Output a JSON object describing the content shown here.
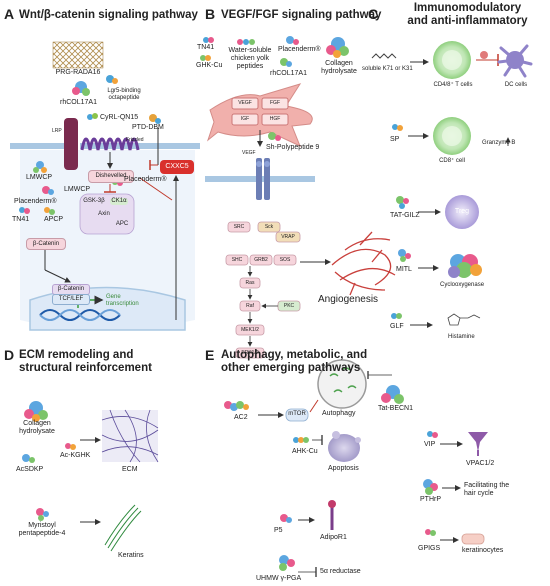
{
  "panels": {
    "a": {
      "letter": "A",
      "title": "Wnt/β-catenin signaling pathway",
      "labels": {
        "prg": "PRG-RADA16",
        "lgr5": "Lgr5-binding\noctapeptide",
        "rhcol": "rhCOL17A1",
        "cyrl": "CyRL-QN15",
        "lrp": "LRP",
        "frizzled": "Frizzled",
        "ptd": "PTD-DBM",
        "lmwcp1": "LMWCP",
        "placenderm1": "Placenderm®",
        "tn41": "TN41",
        "apcp": "APCP",
        "dishevelled": "Dishevelled",
        "lmwcp2": "LMWCP",
        "placenderm2": "Placenderm®",
        "gsk": "GSK-3β",
        "ck1a": "CK1α",
        "axin": "Axin",
        "apc": "APC",
        "cxxc5": "CXXC5",
        "bcat1": "β-Catenin",
        "bcat2": "β-Catenin",
        "tcf": "TCF/LEF",
        "gene": "Gene\ntranscription"
      }
    },
    "b": {
      "letter": "B",
      "title": "VEGF/FGF signaling pathway",
      "labels": {
        "tn41": "TN41",
        "ghkcu": "GHK-Cu",
        "water": "Water-soluble\nchicken yolk\npeptides",
        "placenderm": "Placenderm®",
        "rhcol": "rhCOL17A1",
        "collagen": "Collagen\nhydrolysate",
        "vegf": "VEGF",
        "fgf": "FGF",
        "igf": "IGF",
        "hgf": "HGF",
        "sh": "Sh-Polypeptide 9",
        "vegf_r": "VEGF",
        "src": "SRC",
        "sck": "Sck",
        "vrap": "VRAP",
        "shc": "SHC",
        "grb2": "GRB2",
        "sos": "SOS",
        "ras": "Ras",
        "raf": "Raf",
        "pkc": "PKC",
        "mek": "MEK1/2",
        "erk": "ERK1/2",
        "angio": "Angiogenesis"
      }
    },
    "c": {
      "letter": "C",
      "title": "Immunomodulatory\nand anti-inflammatory",
      "labels": {
        "k71": "soluble K71 or K31",
        "cd48": "CD4/8⁺ T cells",
        "dc": "DC cells",
        "sp": "SP",
        "cd8": "CD8⁺ cell",
        "granzyme": "Granzyme B",
        "tatgilz": "TAT-GILZ",
        "treg": "Treg",
        "mitl": "MITL",
        "cox": "Cyclooxygenase",
        "glf": "GLF",
        "histamine": "Histamine"
      }
    },
    "d": {
      "letter": "D",
      "title": "ECM remodeling and\nstructural reinforcement",
      "labels": {
        "collagen": "Collagen\nhydrolysate",
        "ackghk": "Ac-KGHK",
        "acsdkp": "AcSDKP",
        "ecm": "ECM",
        "myristoyl": "Myristoyl\npentapeptide-4",
        "keratins": "Keratins"
      }
    },
    "e": {
      "letter": "E",
      "title": "Autophagy, metabolic, and\nother emerging pathways",
      "labels": {
        "ac2": "AC2",
        "mtor": "mTOR",
        "autophagy": "Autophagy",
        "tatbecn": "Tat-BECN1",
        "ahkcu": "AHK-Cu",
        "apoptosis": "Apoptosis",
        "vip": "VIP",
        "vpac": "VPAC1/2",
        "pthrp": "PTHrP",
        "hair": "Facilitating the\nhair cycle",
        "gpigs": "GPIGS",
        "kerat": "keratinocytes",
        "p5": "P5",
        "adipor": "AdipoR1",
        "uhmw": "UHMW γ-PGA",
        "reductase": "5α reductase"
      }
    }
  },
  "colors": {
    "title": "#111111",
    "arrow": "#333333",
    "inhibit": "#c0392b",
    "pink_box": "#f6d5dc",
    "purple_box": "#e7dcf1",
    "green_box": "#d6ecd0",
    "blue_membrane": "#a9c7e2",
    "red_box": "#d9302c"
  }
}
